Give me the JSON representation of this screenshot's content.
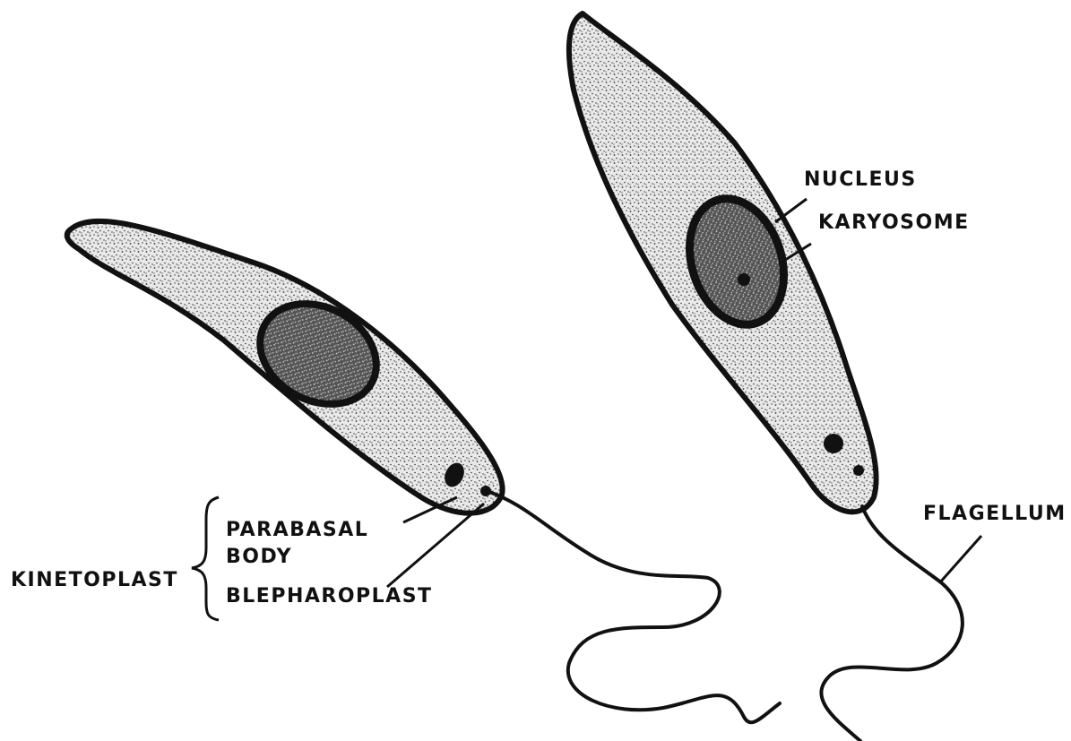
{
  "labels": {
    "nucleus": "NUCLEUS",
    "karyosome": "KARYOSOME",
    "flagellum": "FLAGELLUM",
    "kinetoplast": "KINETOPLAST",
    "parabasal_line1": "PARABASAL",
    "parabasal_line2": "BODY",
    "blepharoplast": "BLEPHAROPLAST"
  },
  "colors": {
    "ink": "#111111",
    "cytoplasm": "#e6e6e6",
    "nucleus_fill": "#6b6b6b",
    "background": "#ffffff"
  }
}
